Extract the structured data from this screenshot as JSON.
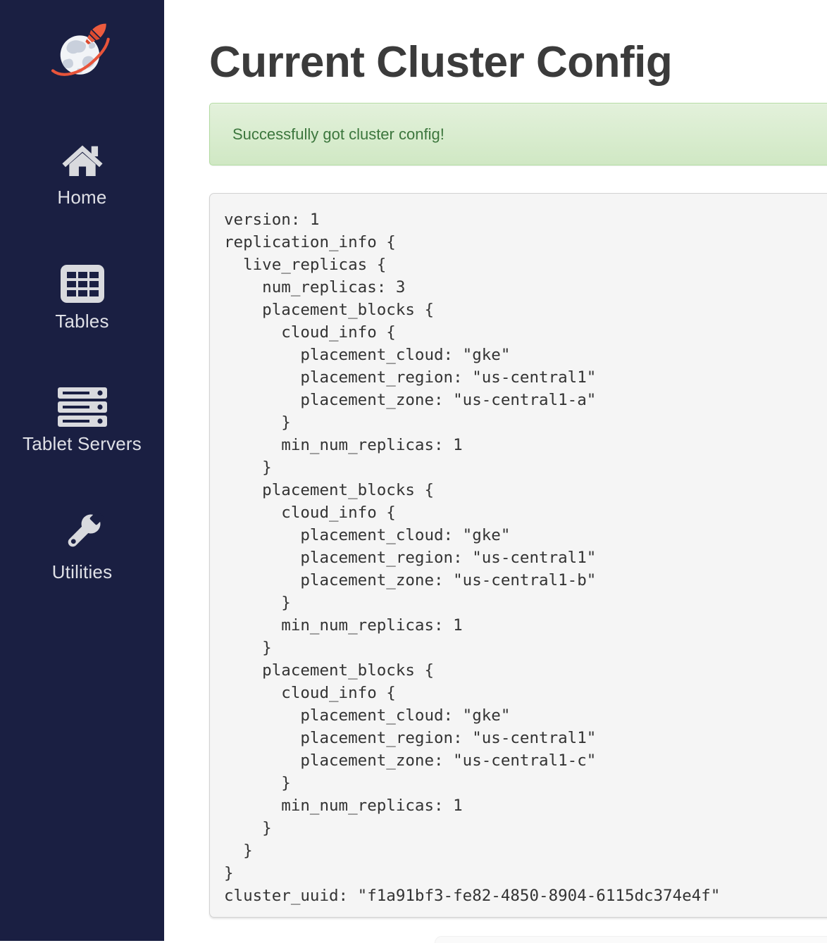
{
  "sidebar": {
    "logo_icon": "globe-rocket-logo",
    "colors": {
      "background": "#1a1f42",
      "foreground": "#dfe0e6",
      "logo_accent": "#ec5b3e"
    },
    "items": [
      {
        "label": "Home",
        "icon": "home-icon"
      },
      {
        "label": "Tables",
        "icon": "table-icon"
      },
      {
        "label": "Tablet Servers",
        "icon": "server-stack-icon"
      },
      {
        "label": "Utilities",
        "icon": "wrench-icon"
      }
    ]
  },
  "main": {
    "title": "Current Cluster Config",
    "alert": {
      "type": "success",
      "message": "Successfully got cluster config!",
      "colors": {
        "background": "#dff0d8",
        "border": "#b2dba1",
        "text": "#3c763d"
      }
    },
    "config": {
      "colors": {
        "background": "#f5f5f5",
        "border": "#d2d2d2",
        "text": "#333333"
      },
      "cluster_uuid": "f1a91bf3-fe82-4850-8904-6115dc374e4f",
      "text": "version: 1\nreplication_info {\n  live_replicas {\n    num_replicas: 3\n    placement_blocks {\n      cloud_info {\n        placement_cloud: \"gke\"\n        placement_region: \"us-central1\"\n        placement_zone: \"us-central1-a\"\n      }\n      min_num_replicas: 1\n    }\n    placement_blocks {\n      cloud_info {\n        placement_cloud: \"gke\"\n        placement_region: \"us-central1\"\n        placement_zone: \"us-central1-b\"\n      }\n      min_num_replicas: 1\n    }\n    placement_blocks {\n      cloud_info {\n        placement_cloud: \"gke\"\n        placement_region: \"us-central1\"\n        placement_zone: \"us-central1-c\"\n      }\n      min_num_replicas: 1\n    }\n  }\n}\ncluster_uuid: \"f1a91bf3-fe82-4850-8904-6115dc374e4f\""
    }
  }
}
